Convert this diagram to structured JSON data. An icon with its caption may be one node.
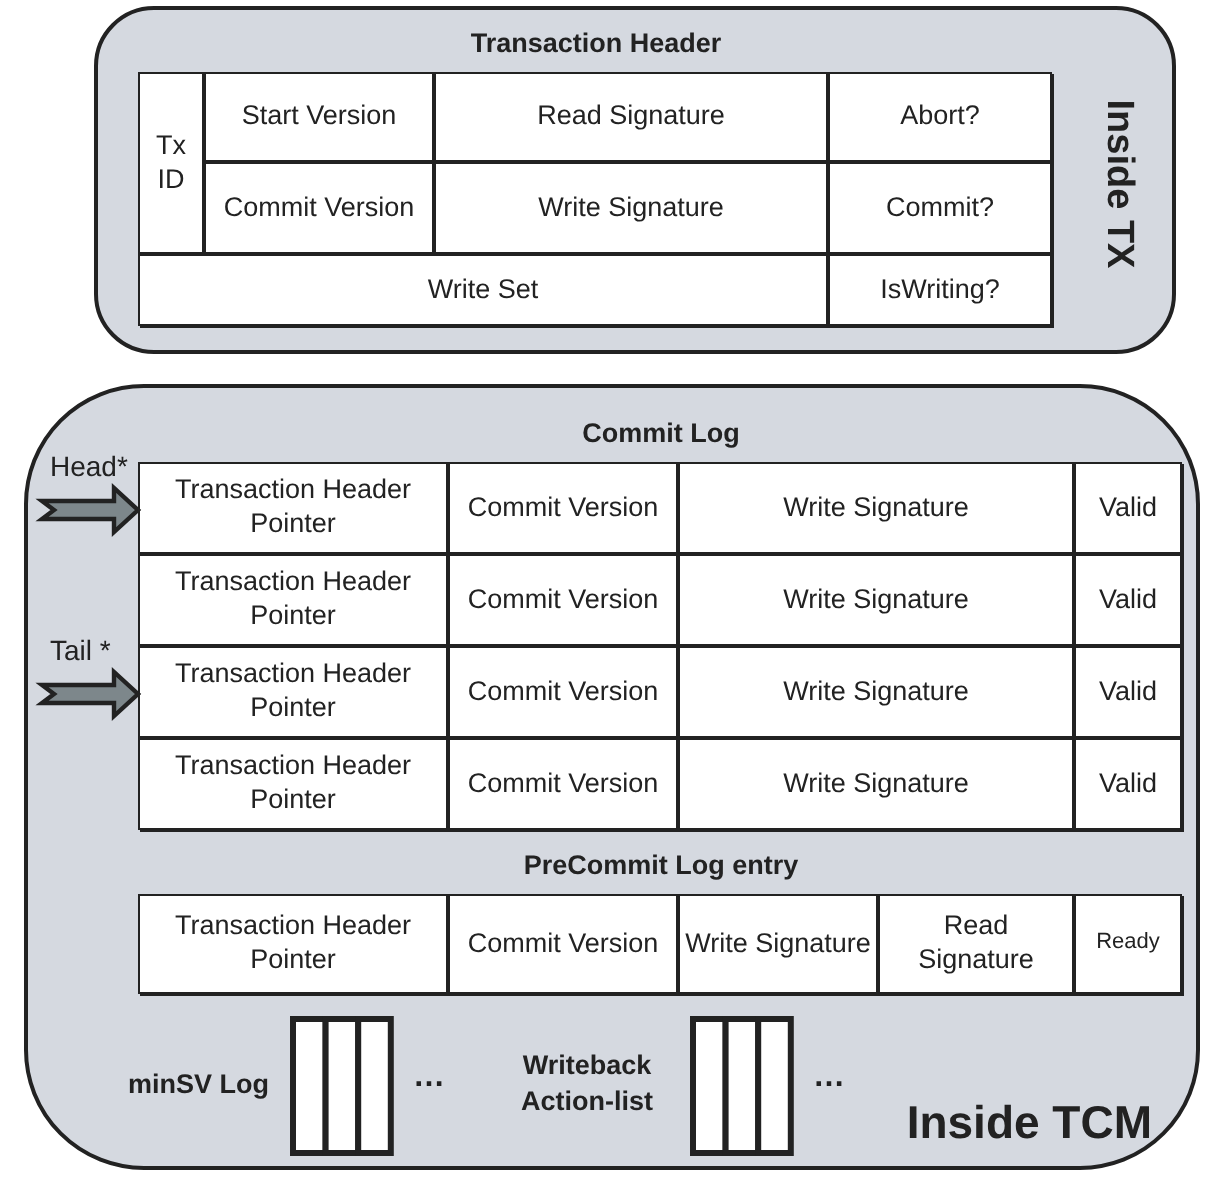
{
  "diagram": {
    "nodes": [
      {
        "text": [
          "Inside TX"
        ]
      },
      {
        "text": [
          "Transaction Header"
        ],
        "in": 0
      },
      {
        "text": [
          "Tx ID"
        ],
        "in": 1
      },
      {
        "text": [
          "Start Version"
        ],
        "in": 1
      },
      {
        "text": [
          "Read Signature"
        ],
        "in": 1
      },
      {
        "text": [
          "Abort?"
        ],
        "in": 1
      },
      {
        "text": [
          "Commit Version"
        ],
        "in": 1
      },
      {
        "text": [
          "Write Signature"
        ],
        "in": 1
      },
      {
        "text": [
          "Commit?"
        ],
        "in": 1
      },
      {
        "text": [
          "Write Set"
        ],
        "in": 1
      },
      {
        "text": [
          "IsWriting?"
        ],
        "in": 1
      },
      {
        "text": [
          "Inside TCM"
        ]
      },
      {
        "text": [
          "Commit Log"
        ],
        "in": 11
      },
      {
        "text": [
          "Transaction Header Pointer"
        ],
        "in": 12
      },
      {
        "text": [
          "Commit Version"
        ],
        "in": 12
      },
      {
        "text": [
          "Write Signature"
        ],
        "in": 12
      },
      {
        "text": [
          "Valid"
        ],
        "in": 12
      },
      {
        "text": [
          "Transaction Header Pointer"
        ],
        "in": 12
      },
      {
        "text": [
          "Commit Version"
        ],
        "in": 12
      },
      {
        "text": [
          "Write Signature"
        ],
        "in": 12
      },
      {
        "text": [
          "Valid"
        ],
        "in": 12
      },
      {
        "text": [
          "Transaction Header Pointer"
        ],
        "in": 12
      },
      {
        "text": [
          "Commit Version"
        ],
        "in": 12
      },
      {
        "text": [
          "Write Signature"
        ],
        "in": 12
      },
      {
        "text": [
          "Valid"
        ],
        "in": 12
      },
      {
        "text": [
          "Transaction Header Pointer"
        ],
        "in": 12
      },
      {
        "text": [
          "Commit Version"
        ],
        "in": 12
      },
      {
        "text": [
          "Write Signature"
        ],
        "in": 12
      },
      {
        "text": [
          "Valid"
        ],
        "in": 12
      },
      {
        "text": [
          "PreCommit Log entry"
        ],
        "in": 11
      },
      {
        "text": [
          "Transaction Header Pointer"
        ],
        "in": 29
      },
      {
        "text": [
          "Commit Version"
        ],
        "in": 29
      },
      {
        "text": [
          "Write Signature"
        ],
        "in": 29
      },
      {
        "text": [
          "Read Signature"
        ],
        "in": 29
      },
      {
        "text": [
          "Ready"
        ],
        "in": 29
      },
      {
        "text": [],
        "shape": "box",
        "in": 11,
        "beside": [
          "minSV Log",
          "…"
        ]
      },
      {
        "text": [],
        "shape": "box",
        "in": 11,
        "beside": [
          "Writeback Action-list",
          "…"
        ]
      }
    ],
    "edges": [
      {
        "from": null,
        "to": 13,
        "arrow": "to",
        "label": "Head*",
        "style": "thick"
      },
      {
        "from": null,
        "to": 21,
        "arrow": "to",
        "label": "Tail *",
        "style": "thick"
      }
    ]
  }
}
